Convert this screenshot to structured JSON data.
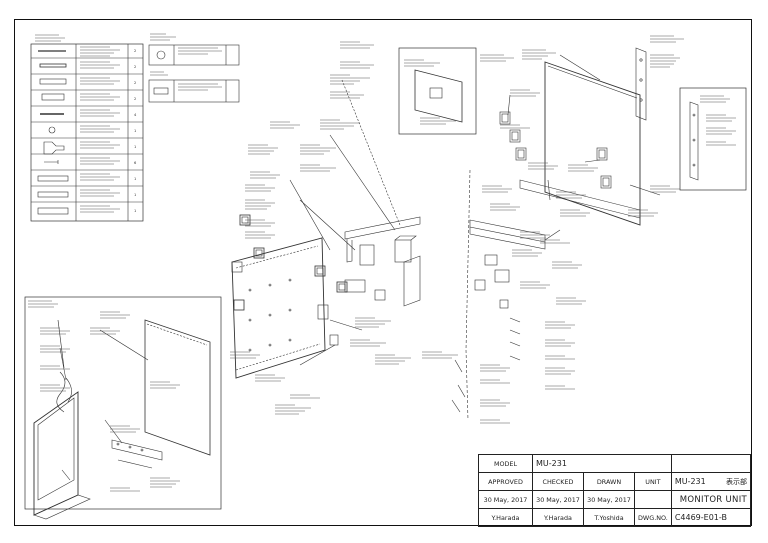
{
  "title_block": {
    "model_label": "MODEL",
    "model_value": "MU-231",
    "approved_label": "APPROVED",
    "checked_label": "CHECKED",
    "drawn_label": "DRAWN",
    "unit_label": "UNIT",
    "unit_value": "MU-231",
    "unit_kanji": "表示部",
    "unit_name": "MONITOR UNIT",
    "approved_date": "30 May, 2017",
    "checked_date": "30 May, 2017",
    "drawn_date": "30 May, 2017",
    "approved_by": "Y.Harada",
    "checked_by": "Y.Harada",
    "drawn_by": "T.Yoshida",
    "dwg_label": "DWG.NO.",
    "dwg_no": "C4469-E01-B"
  },
  "colors": {
    "line": "#222222",
    "text": "#333333",
    "paper": "#ffffff"
  }
}
